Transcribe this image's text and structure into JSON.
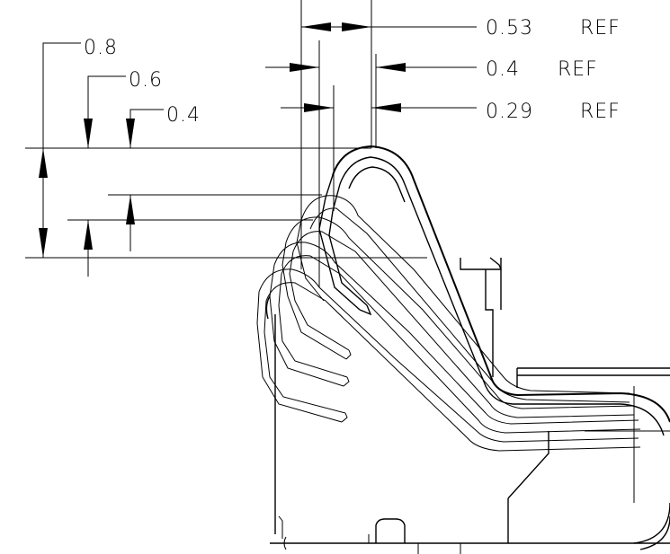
{
  "drawing": {
    "dimensions": {
      "top_ref_1": {
        "value": "0.53",
        "suffix": "REF"
      },
      "top_ref_2": {
        "value": "0.4",
        "suffix": "REF"
      },
      "top_ref_3": {
        "value": "0.29",
        "suffix": "REF"
      },
      "left_1": "0.8",
      "left_2": "0.6",
      "left_3": "0.4"
    }
  }
}
